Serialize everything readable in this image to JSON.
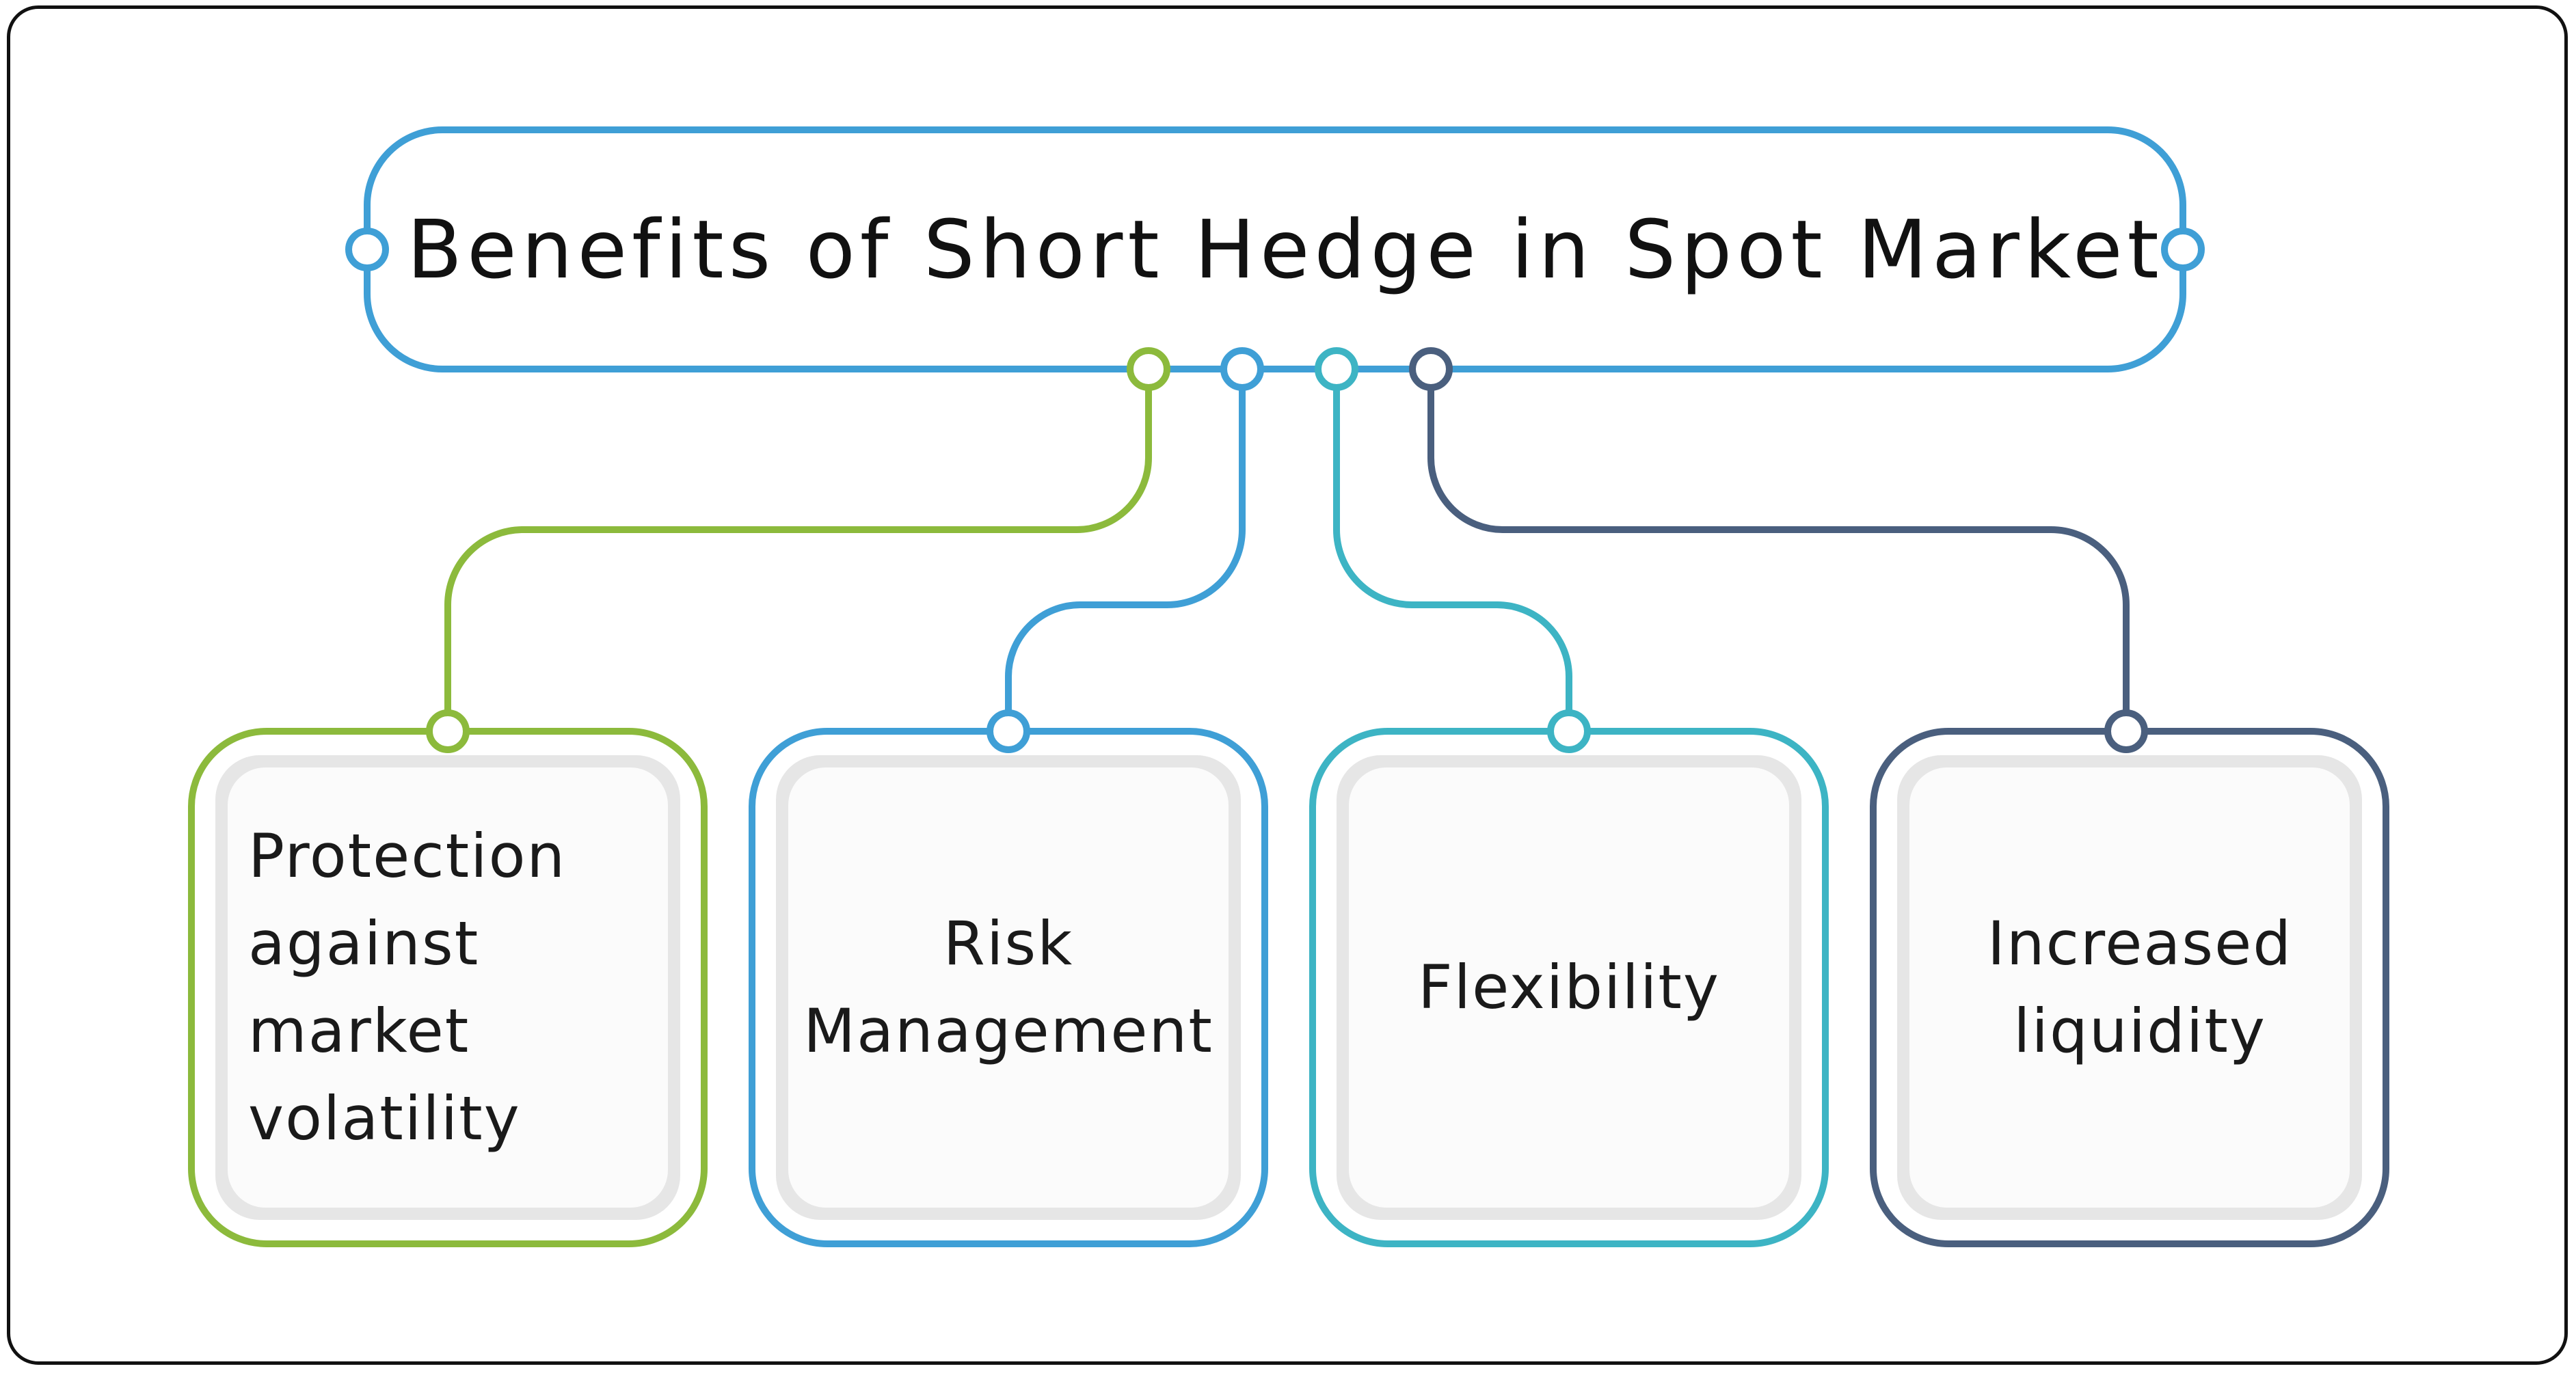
{
  "title": "Benefits of Short Hedge in Spot Market",
  "colors": {
    "title_frame": "#3f9fd6",
    "frame_border": "#111111",
    "card_fill": "#fbfbfb",
    "card_shadow": "#e4e4e4"
  },
  "cards": [
    {
      "label": "Protection against market volatility",
      "color": "#8cba3c",
      "align": "left"
    },
    {
      "label": "Risk Management",
      "color": "#3f9fd6",
      "align": "center"
    },
    {
      "label": "Flexibility",
      "color": "#3db4c4",
      "align": "center"
    },
    {
      "label": "Increased liquidity",
      "color": "#4a5f7e",
      "align": "center"
    }
  ]
}
